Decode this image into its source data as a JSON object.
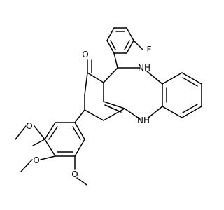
{
  "molecule": {
    "atoms": {
      "fluorine": "F",
      "oxygen_carbonyl": "O",
      "nh_top": "NH",
      "nh_bottom": "NH",
      "methoxy_1": "O",
      "methoxy_2": "O",
      "methoxy_3": "O"
    },
    "colors": {
      "bond": "#000000",
      "label": "#000000",
      "background": "#ffffff"
    }
  }
}
